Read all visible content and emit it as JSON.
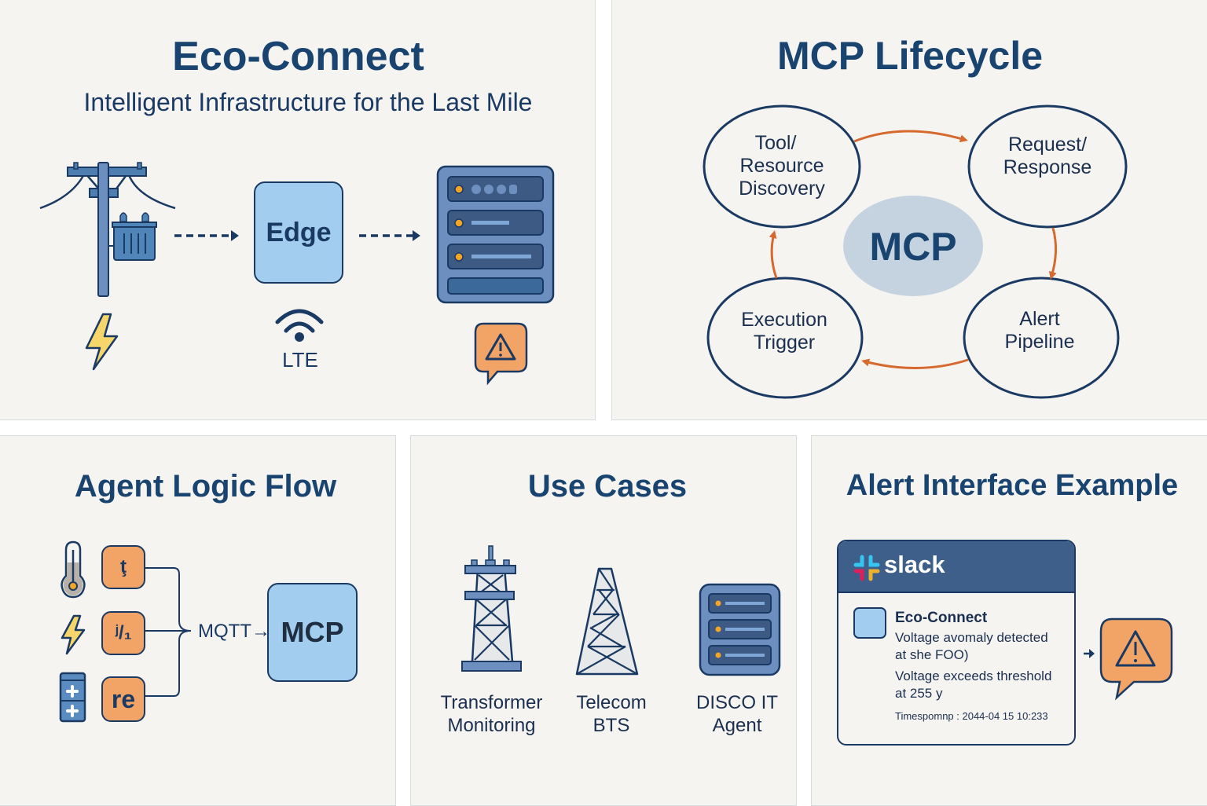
{
  "colors": {
    "navy": "#1a3a64",
    "title_blue": "#1a4470",
    "light_blue": "#a3cdee",
    "steel_blue": "#6d8fbf",
    "orange": "#f2a466",
    "arrow_orange": "#d5692e",
    "yellow": "#f6d66b",
    "panel_bg": "#f6f4f1",
    "slack_header": "#3f5f8b"
  },
  "eco_connect": {
    "title": "Eco-Connect",
    "subtitle": "Intelligent Infrastructure for the Last Mile",
    "nodes": [
      {
        "id": "pole",
        "icon": "utility-pole-transformer-icon",
        "sub_icon": "lightning-bolt-icon"
      },
      {
        "id": "edge",
        "label": "Edge",
        "sub_icon": "wifi-signal-icon",
        "sub_label": "LTE"
      },
      {
        "id": "server",
        "icon": "server-rack-icon",
        "sub_icon": "warning-bubble-icon"
      }
    ]
  },
  "lifecycle": {
    "title": "MCP Lifecycle",
    "center": "MCP",
    "stages": [
      {
        "line1": "Tool/",
        "line2": "Resource",
        "line3": "Discovery"
      },
      {
        "line1": "Request/",
        "line2": "Response"
      },
      {
        "line1": "Alert",
        "line2": "Pipeline"
      },
      {
        "line1": "Execution",
        "line2": "Trigger"
      }
    ]
  },
  "agent_flow": {
    "title": "Agent Logic Flow",
    "sensors": [
      {
        "icon": "thermometer-icon",
        "badge": "ţ"
      },
      {
        "icon": "lightning-bolt-icon",
        "badge": "ʲ/₁"
      },
      {
        "icon": "battery-icon",
        "badge": "re"
      }
    ],
    "protocol": "MQTT",
    "target": "MCP"
  },
  "use_cases": {
    "title": "Use Cases",
    "items": [
      {
        "icon": "transmission-tower-icon",
        "line1": "Transformer",
        "line2": "Monitoring"
      },
      {
        "icon": "telecom-tower-icon",
        "line1": "Telecom",
        "line2": "BTS"
      },
      {
        "icon": "server-icon",
        "line1": "DISCO IT",
        "line2": "Agent"
      }
    ]
  },
  "alert_example": {
    "title": "Alert Interface Example",
    "app_name": "slack",
    "sender": "Eco-Connect",
    "message1_l1": "Voltage avomaly detected",
    "message1_l2": "at she FOO)",
    "message2_l1": "Voltage exceeds threshold",
    "message2_l2": "at 255 y",
    "timestamp": "Timespomnp : 2044-04 15 10:233"
  }
}
